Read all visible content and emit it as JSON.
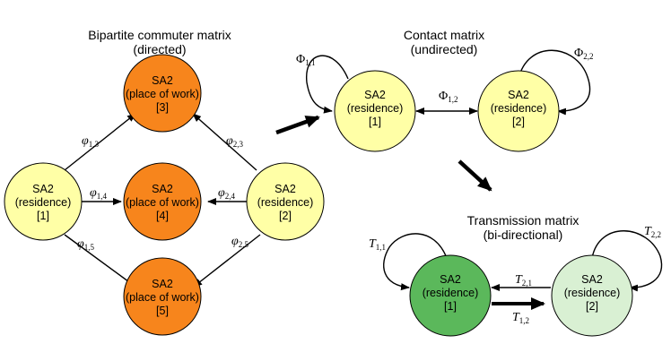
{
  "panels": {
    "bipartite": {
      "title_line1": "Bipartite commuter matrix",
      "title_line2": "(directed)"
    },
    "contact": {
      "title_line1": "Contact matrix",
      "title_line2": "(undirected)"
    },
    "transmission": {
      "title_line1": "Transmission matrix",
      "title_line2": "(bi-directional)"
    }
  },
  "nodes": {
    "res1": {
      "line1": "SA2",
      "line2": "(residence)",
      "line3": "[1]"
    },
    "res2": {
      "line1": "SA2",
      "line2": "(residence)",
      "line3": "[2]"
    },
    "work3": {
      "line1": "SA2",
      "line2": "(place of work)",
      "line3": "[3]"
    },
    "work4": {
      "line1": "SA2",
      "line2": "(place of work)",
      "line3": "[4]"
    },
    "work5": {
      "line1": "SA2",
      "line2": "(place of work)",
      "line3": "[5]"
    },
    "c_res1": {
      "line1": "SA2",
      "line2": "(residence)",
      "line3": "[1]"
    },
    "c_res2": {
      "line1": "SA2",
      "line2": "(residence)",
      "line3": "[2]"
    },
    "t_res1": {
      "line1": "SA2",
      "line2": "(residence)",
      "line3": "[1]"
    },
    "t_res2": {
      "line1": "SA2",
      "line2": "(residence)",
      "line3": "[2]"
    }
  },
  "edge_labels": {
    "phi13": {
      "sym": "φ",
      "sub": "1,3"
    },
    "phi14": {
      "sym": "φ",
      "sub": "1,4"
    },
    "phi15": {
      "sym": "φ",
      "sub": "1,5"
    },
    "phi23": {
      "sym": "φ",
      "sub": "2,3"
    },
    "phi24": {
      "sym": "φ",
      "sub": "2,4"
    },
    "phi25": {
      "sym": "φ",
      "sub": "2,5"
    },
    "Phi11": {
      "sym": "Φ",
      "sub": "1,1"
    },
    "Phi12": {
      "sym": "Φ",
      "sub": "1,2"
    },
    "Phi22": {
      "sym": "Φ",
      "sub": "2,2"
    },
    "T11": {
      "sym": "T",
      "sub": "1,1"
    },
    "T21": {
      "sym": "T",
      "sub": "2,1"
    },
    "T12": {
      "sym": "T",
      "sub": "1,2"
    },
    "T22": {
      "sym": "T",
      "sub": "2,2"
    }
  },
  "colors": {
    "residence_fill": "#ffffa6",
    "work_fill": "#f7851c",
    "transmission_res1_fill": "#5bb85b",
    "transmission_res2_fill": "#d9f0d3"
  }
}
